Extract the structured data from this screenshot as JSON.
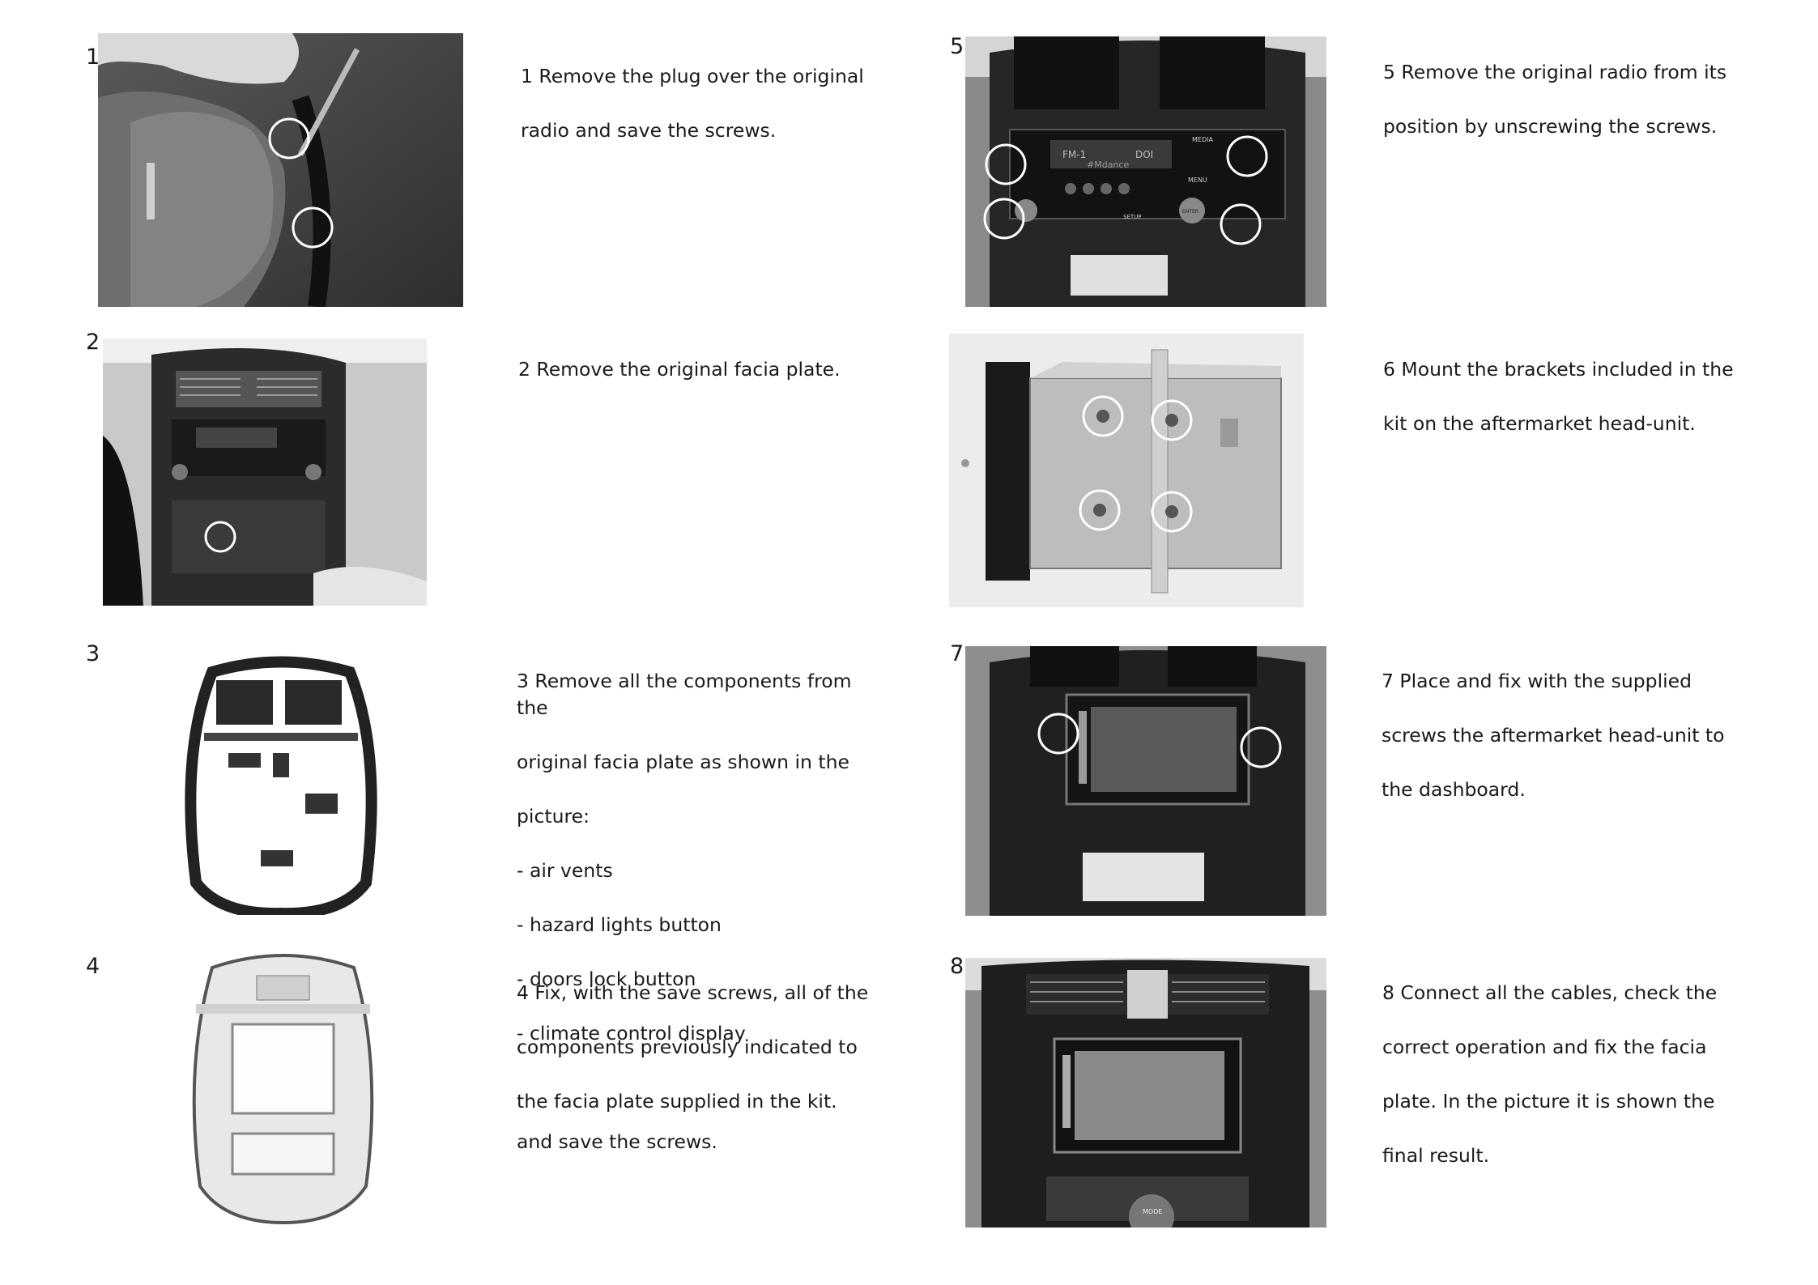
{
  "steps": [
    {
      "number": "1",
      "text": [
        "1 Remove the plug over the original",
        "radio and save the screws."
      ]
    },
    {
      "number": "2",
      "text": [
        "2 Remove the original facia plate."
      ]
    },
    {
      "number": "3",
      "text": [
        "3 Remove all the components from the",
        "original facia plate as shown in the",
        "picture:",
        "- air vents",
        "- hazard lights button",
        "- doors lock button",
        "- climate control display",
        "",
        "and save the screws."
      ]
    },
    {
      "number": "4",
      "text": [
        "4 Fix, with the save screws, all of the",
        "components previously indicated to",
        "the facia plate supplied in the kit."
      ]
    },
    {
      "number": "5",
      "text": [
        "5 Remove the original radio from its",
        "position by unscrewing the screws."
      ]
    },
    {
      "number": "6",
      "text": [
        "6 Mount the brackets included in the",
        "kit on the aftermarket head-unit."
      ]
    },
    {
      "number": "7",
      "text": [
        "7 Place and fix with the supplied",
        "screws the aftermarket head-unit to",
        "the dashboard."
      ]
    },
    {
      "number": "8",
      "text": [
        "8 Connect all the cables, check the",
        "correct operation and fix the facia",
        "plate. In the picture it is shown the",
        "final result."
      ]
    }
  ],
  "radio_display": {
    "station": "FM-1",
    "brand": "#Mdance",
    "freq": "DOI"
  },
  "radio_buttons": {
    "media": "MEDIA",
    "menu": "MENU",
    "enter": "ENTER",
    "setup": "SETUP"
  },
  "climate_button": {
    "mode": "MODE"
  }
}
